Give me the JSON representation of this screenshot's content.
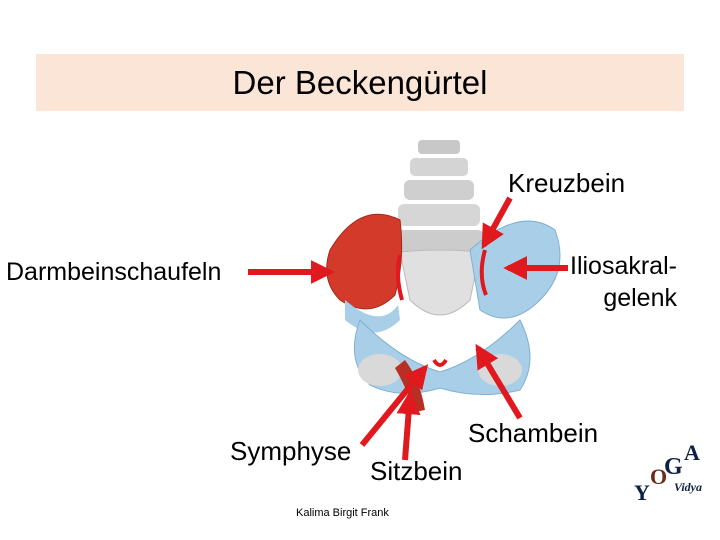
{
  "title": "Der Beckengürtel",
  "labels": {
    "kreuzbein": "Kreuzbein",
    "darmbeinschaufeln": "Darmbeinschaufeln",
    "iliosakral_1": "Iliosakral-",
    "iliosakral_2": "gelenk",
    "symphyse": "Symphyse",
    "sitzbein": "Sitzbein",
    "schambein": "Schambein"
  },
  "credit": "Kalima Birgit Frank",
  "logo": {
    "y": "Y",
    "o": "O",
    "g": "G",
    "a": "A",
    "vidya": "Vidya"
  },
  "colors": {
    "title_bg": "#fbe5d6",
    "arrow": "#e0191e",
    "pelvis_blue": "#a9cfe8",
    "ilium_red": "#d43a2a",
    "bone_gray": "#d9d9d9"
  }
}
